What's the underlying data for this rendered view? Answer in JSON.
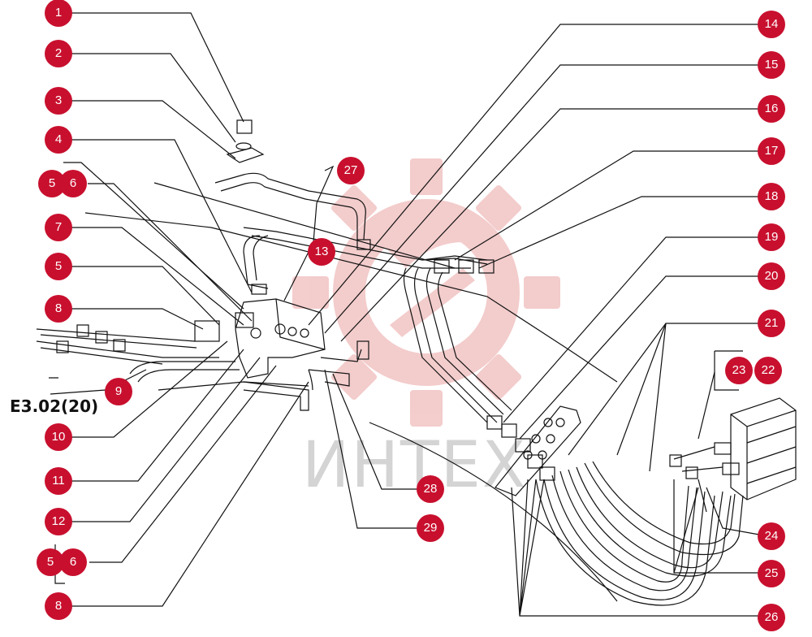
{
  "watermark": {
    "text": "ИНТЕХ",
    "color": "#d4d4d4",
    "logo_color": "#f2c4c4",
    "logo_icon": "gear-sickle-logo-icon"
  },
  "reference_label": "E3.02(20)",
  "badge_color": "#c8102e",
  "callouts": [
    {
      "id": "c1",
      "label": "1"
    },
    {
      "id": "c2",
      "label": "2"
    },
    {
      "id": "c3",
      "label": "3"
    },
    {
      "id": "c4",
      "label": "4"
    },
    {
      "id": "c5a",
      "label": "5"
    },
    {
      "id": "c6a",
      "label": "6"
    },
    {
      "id": "c7",
      "label": "7"
    },
    {
      "id": "c5b",
      "label": "5"
    },
    {
      "id": "c8a",
      "label": "8"
    },
    {
      "id": "c9",
      "label": "9"
    },
    {
      "id": "c10",
      "label": "10"
    },
    {
      "id": "c11",
      "label": "11"
    },
    {
      "id": "c12",
      "label": "12"
    },
    {
      "id": "c5c",
      "label": "5"
    },
    {
      "id": "c6c",
      "label": "6"
    },
    {
      "id": "c8b",
      "label": "8"
    },
    {
      "id": "c13",
      "label": "13"
    },
    {
      "id": "c27",
      "label": "27"
    },
    {
      "id": "c14",
      "label": "14"
    },
    {
      "id": "c15",
      "label": "15"
    },
    {
      "id": "c16",
      "label": "16"
    },
    {
      "id": "c17",
      "label": "17"
    },
    {
      "id": "c18",
      "label": "18"
    },
    {
      "id": "c19",
      "label": "19"
    },
    {
      "id": "c20",
      "label": "20"
    },
    {
      "id": "c21",
      "label": "21"
    },
    {
      "id": "c23",
      "label": "23"
    },
    {
      "id": "c22",
      "label": "22"
    },
    {
      "id": "c24",
      "label": "24"
    },
    {
      "id": "c25",
      "label": "25"
    },
    {
      "id": "c26",
      "label": "26"
    },
    {
      "id": "c28",
      "label": "28"
    },
    {
      "id": "c29",
      "label": "29"
    }
  ]
}
